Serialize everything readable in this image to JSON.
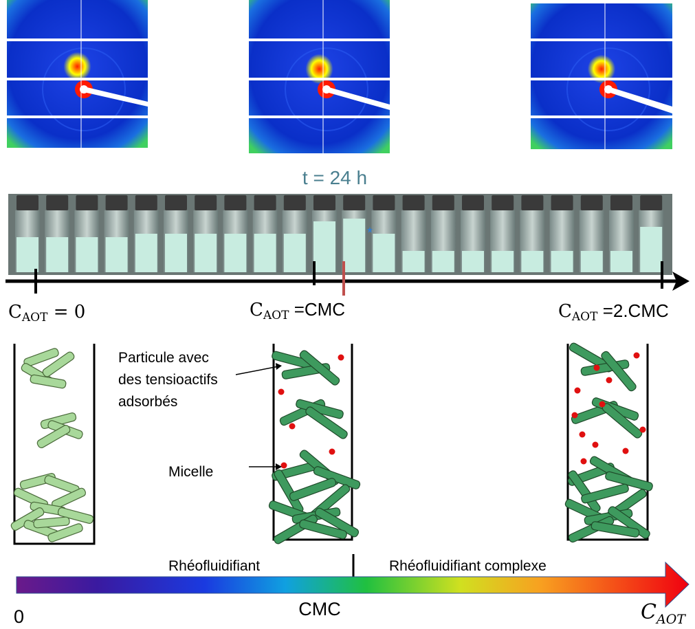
{
  "time_label": "t = 24 h",
  "axis": {
    "start_label": {
      "symbol": "C",
      "sub": "AOT",
      "rest": " = 0"
    },
    "cmc_label": {
      "symbol": "C",
      "sub": "AOT",
      "rest": " =CMC"
    },
    "end_label": {
      "symbol": "C",
      "sub": "AOT",
      "rest": " =2.CMC"
    }
  },
  "annotations": {
    "particle_line1": "Particule avec",
    "particle_line2": "des tensioactifs",
    "particle_line3": "adsorbés",
    "micelle": "Micelle"
  },
  "regimes": {
    "left": "Rhéofluidifiant",
    "right": "Rhéofluidifiant complexe"
  },
  "scale": {
    "start": "0",
    "middle": "CMC",
    "end_symbol": "C",
    "end_sub": "AOT"
  },
  "colors": {
    "time_label": "#4a7f8f",
    "particle_light": "#a8d89a",
    "particle_dark": "#3e9a5e",
    "micelle": "#e01010",
    "cmc_marker": "#c0504d",
    "arrow_outline": "#2f4f8f"
  },
  "vials_count": 22
}
